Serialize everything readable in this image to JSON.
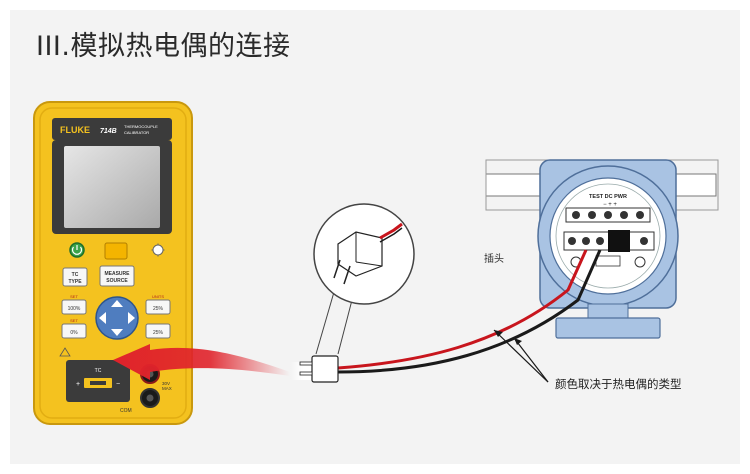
{
  "title": "III.模拟热电偶的连接",
  "device": {
    "brand": "FLUKE",
    "model": "714B",
    "subtitle_line1": "THERMOCOUPLE",
    "subtitle_line2": "CALIBRATOR",
    "tc_type_line1": "TC",
    "tc_type_line2": "TYPE",
    "measure_source_line1": "MEASURE",
    "measure_source_line2": "SOURCE",
    "left_btn_top_label": "SET",
    "left_btn_top": "100%",
    "left_btn_bottom_label": "SET",
    "left_btn_bottom": "0%",
    "right_btn_top_label": "UNITS",
    "right_btn_top": "25%",
    "right_btn_bottom": "25%",
    "input_label": "TC",
    "plus": "+",
    "minus": "−",
    "com_label": "COM",
    "max_label_line1": "30V",
    "max_label_line2": "MAX"
  },
  "transmitter": {
    "terminal_label": "TEST DC PWR",
    "terminal_signs": "− + +",
    "partial_label": "插头"
  },
  "callout": "颜色取决于热电偶的类型",
  "colors": {
    "device_yellow": "#f4c21f",
    "transmitter_blue": "#a9c3e3",
    "arrow_red": "#e0232b",
    "wire_red": "#c8151d",
    "wire_black": "#1a1a1a"
  }
}
